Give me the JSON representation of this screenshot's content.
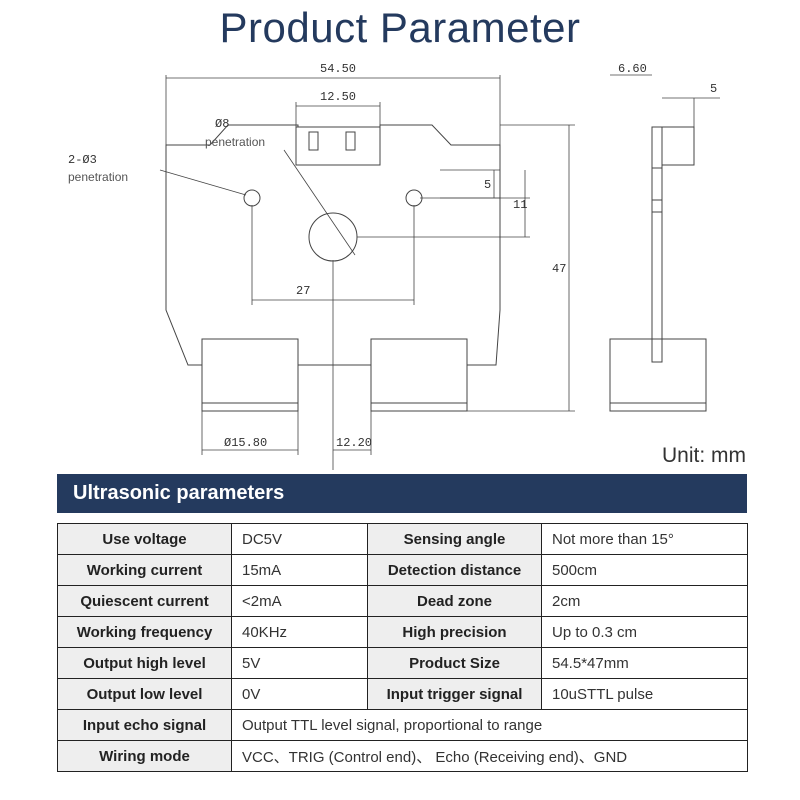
{
  "title": "Product Parameter",
  "drawing": {
    "dim_width": "54.50",
    "dim_connector": "12.50",
    "dim_hole_large": "Ø8",
    "dim_hole_large_note": "penetration",
    "dim_holes_small": "2-Ø3",
    "dim_holes_small_note": "penetration",
    "dim_5": "5",
    "dim_11": "11",
    "dim_27": "27",
    "dim_47": "47",
    "dim_transducer": "Ø15.80",
    "dim_gap": "12.20",
    "dim_side_depth": "6.60",
    "dim_side_5": "5"
  },
  "unit": "Unit: mm",
  "banner": "Ultrasonic parameters",
  "rows": [
    {
      "k1": "Use voltage",
      "v1": "DC5V",
      "k2": "Sensing angle",
      "v2": "Not more than 15°"
    },
    {
      "k1": "Working current",
      "v1": "15mA",
      "k2": "Detection distance",
      "v2": "500cm"
    },
    {
      "k1": "Quiescent current",
      "v1": "<2mA",
      "k2": "Dead zone",
      "v2": "2cm"
    },
    {
      "k1": "Working frequency",
      "v1": "40KHz",
      "k2": "High precision",
      "v2": "Up to 0.3 cm"
    },
    {
      "k1": "Output high level",
      "v1": "5V",
      "k2": "Product Size",
      "v2": "54.5*47mm"
    },
    {
      "k1": "Output low level",
      "v1": "0V",
      "k2": "Input trigger signal",
      "v2": "10uSTTL pulse"
    }
  ],
  "wide_rows": [
    {
      "k": "Input echo signal",
      "v": "Output TTL level signal, proportional to range"
    },
    {
      "k": "Wiring mode",
      "v": "VCC、TRIG (Control end)、 Echo (Receiving end)、GND"
    }
  ]
}
